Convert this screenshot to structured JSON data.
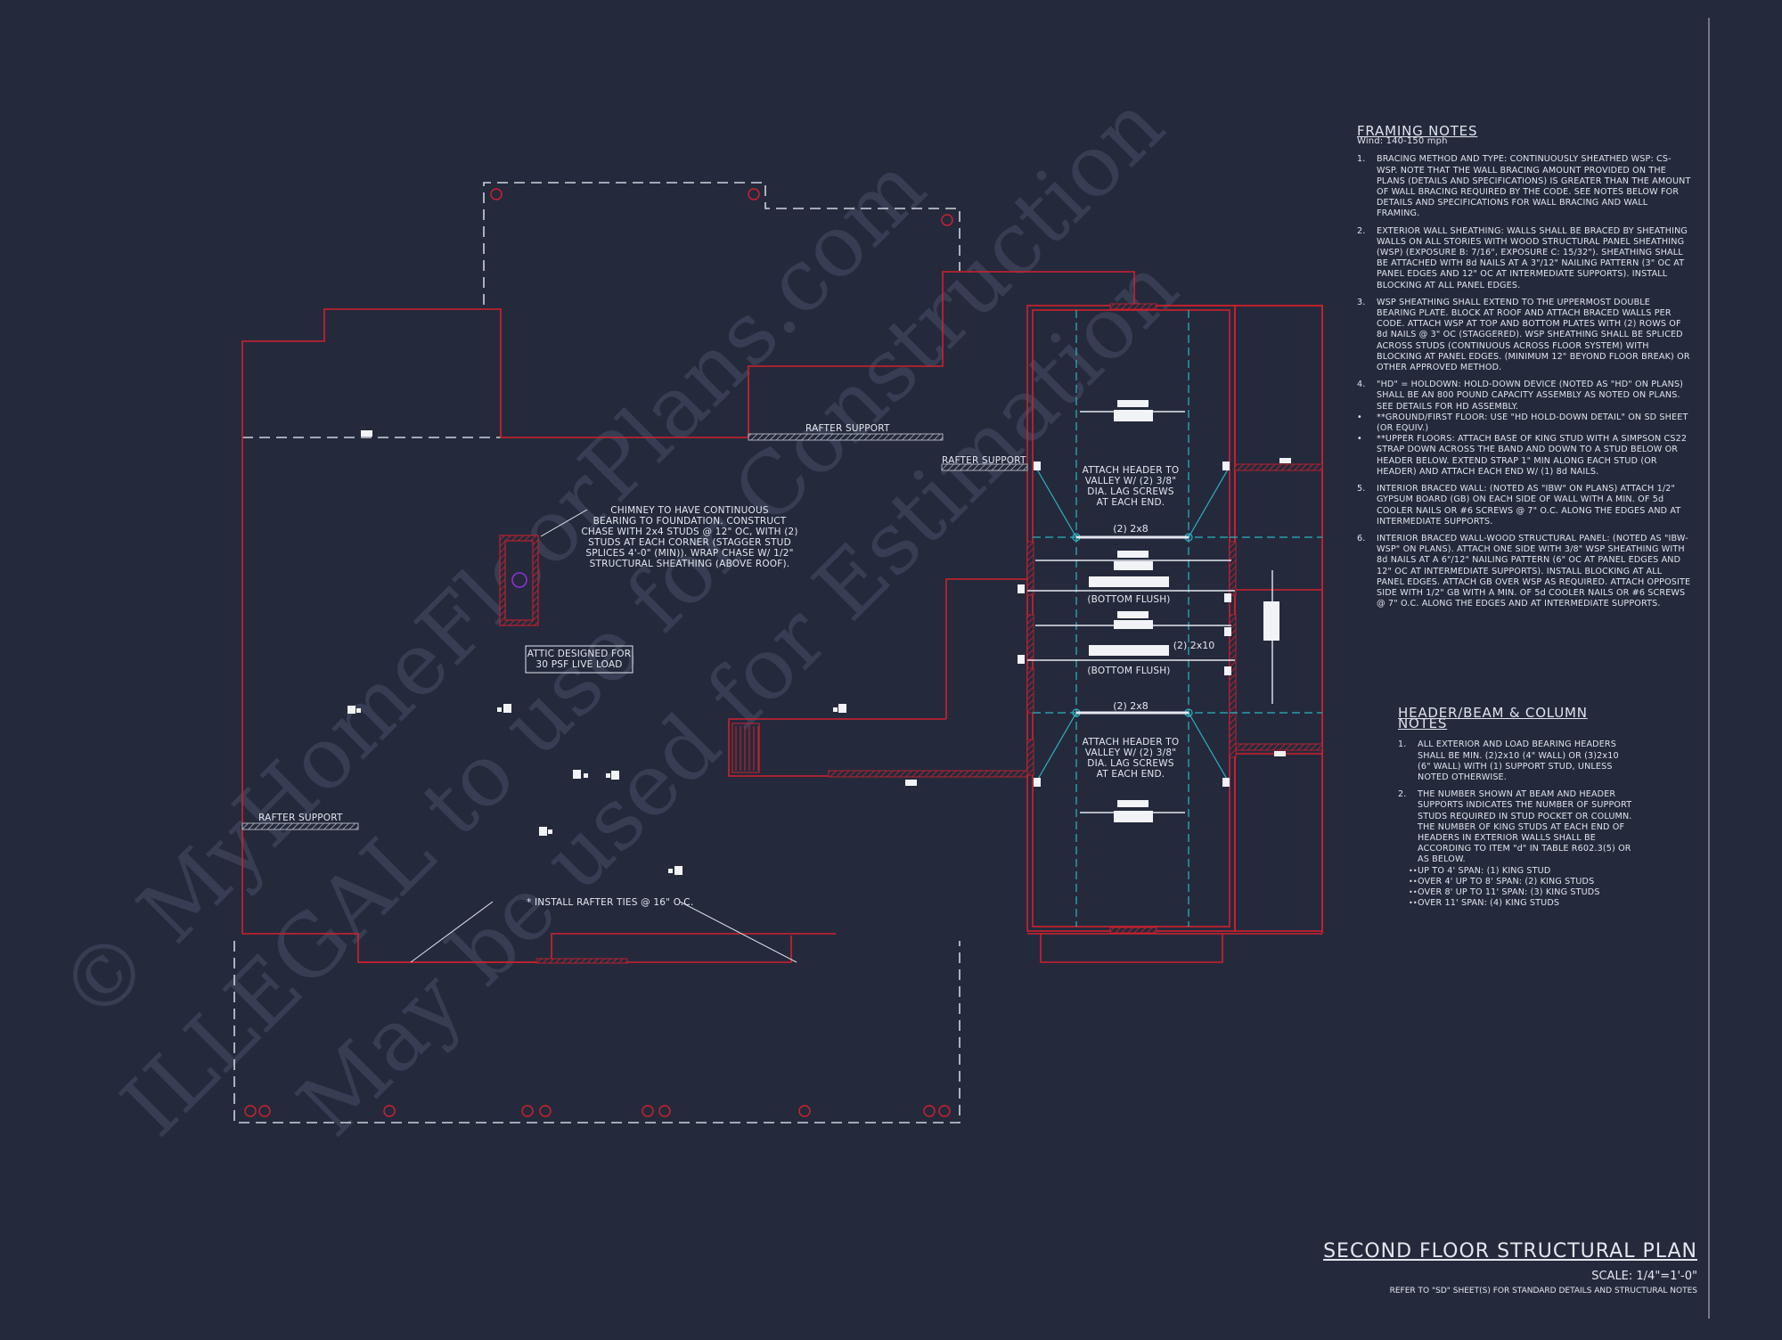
{
  "watermark": {
    "line1": "© MyHomeFloorPlans.com",
    "line2": "ILLEGAL to use for Construction",
    "line3": "May be used for Estimation"
  },
  "plan_labels": {
    "rafter_support": "RAFTER SUPPORT",
    "chimney_note": [
      "CHIMNEY TO HAVE CONTINUOUS",
      "BEARING TO FOUNDATION. CONSTRUCT",
      "CHASE WITH 2x4 STUDS @ 12\" OC, WITH (2)",
      "STUDS AT EACH CORNER (STAGGER STUD",
      "SPLICES 4'-0\" (MIN)). WRAP CHASE W/ 1/2\"",
      "STRUCTURAL SHEATHING (ABOVE ROOF)."
    ],
    "attic_note": [
      "ATTIC DESIGNED FOR",
      "30 PSF LIVE LOAD"
    ],
    "rafter_ties": "* INSTALL RAFTER TIES @ 16\" O.C.",
    "attach_header": [
      "ATTACH HEADER TO",
      "VALLEY W/ (2) 3/8\"",
      "DIA. LAG SCREWS",
      "AT EACH END."
    ],
    "two_2x8": "(2) 2x8",
    "two_2x10": "(2) 2x10",
    "bottom_flush": "(BOTTOM FLUSH)"
  },
  "framing_notes": {
    "title": "FRAMING NOTES",
    "wind": "Wind: 140-150 mph",
    "items": [
      {
        "num": "1.",
        "text": "BRACING METHOD AND TYPE: CONTINUOUSLY SHEATHED WSP: CS-WSP. NOTE THAT THE WALL BRACING AMOUNT PROVIDED ON THE PLANS (DETAILS AND SPECIFICATIONS) IS GREATER THAN THE AMOUNT OF WALL BRACING REQUIRED BY THE CODE. SEE NOTES BELOW FOR DETAILS AND SPECIFICATIONS FOR WALL BRACING AND WALL FRAMING."
      },
      {
        "num": "2.",
        "text": "EXTERIOR WALL SHEATHING: WALLS SHALL BE BRACED BY SHEATHING WALLS ON ALL STORIES WITH WOOD STRUCTURAL PANEL SHEATHING (WSP) (EXPOSURE B: 7/16\", EXPOSURE C: 15/32\"). SHEATHING SHALL BE ATTACHED WITH 8d NAILS AT A 3\"/12\" NAILING PATTERN (3\" OC AT PANEL EDGES AND 12\" OC AT INTERMEDIATE SUPPORTS). INSTALL BLOCKING AT ALL PANEL EDGES."
      },
      {
        "num": "3.",
        "text": "WSP SHEATHING SHALL EXTEND TO THE UPPERMOST DOUBLE BEARING PLATE. BLOCK AT ROOF AND ATTACH BRACED WALLS PER CODE. ATTACH WSP AT TOP AND BOTTOM PLATES WITH (2) ROWS OF 8d NAILS @ 3\" OC (STAGGERED). WSP SHEATHING SHALL BE SPLICED ACROSS STUDS (CONTINUOUS ACROSS FLOOR SYSTEM) WITH BLOCKING AT PANEL EDGES. (MINIMUM 12\" BEYOND FLOOR BREAK) OR OTHER APPROVED METHOD."
      },
      {
        "num": "4.",
        "text": "\"HD\" = HOLDOWN: HOLD-DOWN DEVICE (NOTED AS \"HD\" ON PLANS) SHALL BE AN 800 POUND CAPACITY ASSEMBLY AS NOTED ON PLANS. SEE DETAILS FOR HD ASSEMBLY.",
        "bullets": [
          "**GROUND/FIRST FLOOR: USE \"HD HOLD-DOWN DETAIL\" ON SD SHEET (OR EQUIV.)",
          "**UPPER FLOORS: ATTACH BASE OF KING STUD WITH A SIMPSON CS22 STRAP DOWN ACROSS THE BAND AND DOWN TO A STUD BELOW OR HEADER BELOW. EXTEND STRAP 1\" MIN ALONG EACH STUD (OR HEADER) AND ATTACH EACH END W/ (1) 8d NAILS."
        ]
      },
      {
        "num": "5.",
        "text": "INTERIOR BRACED WALL: (NOTED AS \"IBW\" ON PLANS) ATTACH 1/2\" GYPSUM BOARD (GB) ON EACH SIDE OF WALL WITH A MIN. OF 5d COOLER NAILS OR #6 SCREWS @ 7\" O.C. ALONG THE EDGES AND AT INTERMEDIATE SUPPORTS."
      },
      {
        "num": "6.",
        "text": "INTERIOR BRACED WALL-WOOD STRUCTURAL PANEL: (NOTED AS \"IBW-WSP\" ON PLANS). ATTACH ONE SIDE WITH 3/8\" WSP SHEATHING WITH 8d NAILS AT A 6\"/12\" NAILING PATTERN (6\" OC AT PANEL EDGES AND 12\" OC AT INTERMEDIATE SUPPORTS). INSTALL BLOCKING AT ALL PANEL EDGES. ATTACH GB OVER WSP AS REQUIRED. ATTACH OPPOSITE SIDE WITH 1/2\" GB WITH A MIN. OF 5d COOLER NAILS OR #6 SCREWS @ 7\" O.C. ALONG THE EDGES AND AT INTERMEDIATE SUPPORTS."
      }
    ]
  },
  "header_notes": {
    "title": "HEADER/BEAM & COLUMN NOTES",
    "items": [
      {
        "num": "1.",
        "text": "ALL EXTERIOR AND LOAD BEARING HEADERS SHALL BE MIN. (2)2x10 (4\" WALL) OR (3)2x10 (6\" WALL) WITH (1) SUPPORT STUD, UNLESS NOTED OTHERWISE."
      },
      {
        "num": "2.",
        "text": "THE NUMBER SHOWN AT BEAM AND HEADER SUPPORTS INDICATES THE NUMBER OF SUPPORT STUDS REQUIRED IN STUD POCKET OR COLUMN. THE NUMBER OF KING STUDS AT EACH END OF HEADERS IN EXTERIOR WALLS SHALL BE ACCORDING TO ITEM \"d\" IN TABLE R602.3(5) OR AS BELOW.",
        "bullets": [
          "UP TO 4' SPAN: (1) KING STUD",
          "OVER 4' UP TO 8' SPAN: (2) KING STUDS",
          "OVER 8' UP TO 11' SPAN: (3) KING STUDS",
          "OVER 11' SPAN: (4) KING STUDS"
        ]
      }
    ]
  },
  "title_block": {
    "title": "SECOND FLOOR STRUCTURAL PLAN",
    "scale": "SCALE: 1/4\"=1'-0\"",
    "reference": "REFER TO \"SD\" SHEET(S) FOR STANDARD DETAILS AND STRUCTURAL NOTES"
  },
  "colors": {
    "background": "#242a3c",
    "wall_red": "#d2202c",
    "dim_white": "#e4e7ef",
    "beam_cyan": "#2bb5c4",
    "chimney_magenta": "#9a2bd8"
  }
}
